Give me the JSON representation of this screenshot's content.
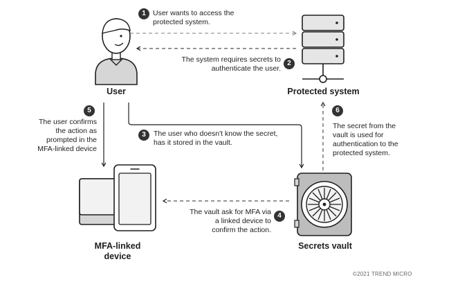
{
  "colors": {
    "ink": "#1e1e1e",
    "fill_light": "#f2f2f2",
    "fill_mid": "#d6d6d6",
    "fill_dark": "#bdbdbd",
    "badge": "#333333"
  },
  "nodes": {
    "user": {
      "label": "User",
      "icon": "user-icon"
    },
    "system": {
      "label": "Protected system",
      "icon": "server-icon"
    },
    "vault": {
      "label": "Secrets vault",
      "icon": "vault-icon"
    },
    "device": {
      "label": "MFA-linked\ndevice",
      "icon": "device-icon"
    }
  },
  "steps": [
    {
      "number": "1",
      "text": "User wants to access the\nprotected system."
    },
    {
      "number": "2",
      "text": "The system requires secrets to\nauthenticate the user."
    },
    {
      "number": "3",
      "text": "The user who doesn't know the secret,\nhas it stored in the vault."
    },
    {
      "number": "4",
      "text": "The vault ask for MFA via\na linked device to\nconfirm the action."
    },
    {
      "number": "5",
      "text": "The user confirms\nthe action as\nprompted in the\nMFA-linked device"
    },
    {
      "number": "6",
      "text": "The secret from the\nvault is used for\nauthentication to the\nprotected system."
    }
  ],
  "copyright": "©2021 TREND MICRO"
}
